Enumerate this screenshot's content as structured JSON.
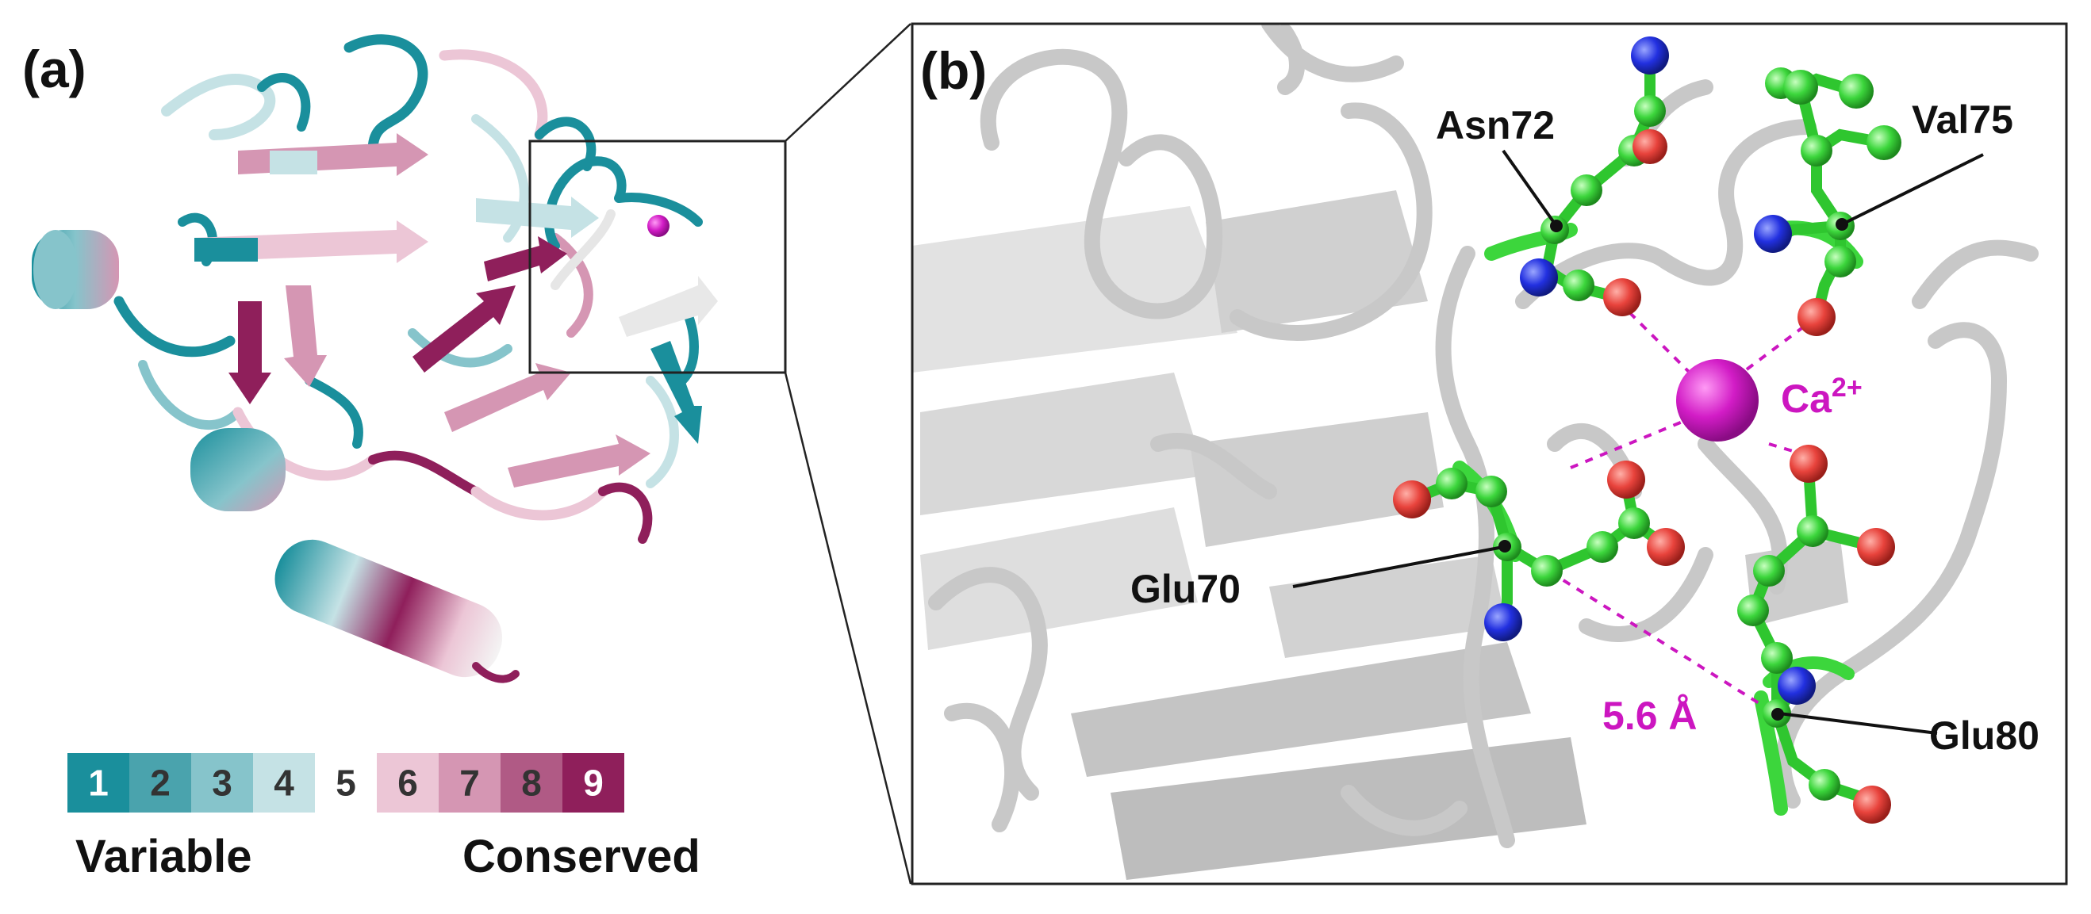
{
  "panels": {
    "a": {
      "label": "(a)"
    },
    "b": {
      "label": "(b)"
    }
  },
  "scale": {
    "grades": [
      "1",
      "2",
      "3",
      "4",
      "5",
      "6",
      "7",
      "8",
      "9"
    ],
    "colors": [
      "#1a8f9c",
      "#4aa3ad",
      "#86c4cb",
      "#c5e2e5",
      "#ffffff",
      "#ecc6d6",
      "#d596b3",
      "#b05a85",
      "#8f1f5b"
    ],
    "text_colors": [
      "#ffffff",
      "#333333",
      "#333333",
      "#333333",
      "#333333",
      "#333333",
      "#333333",
      "#333333",
      "#ffffff"
    ],
    "left_label": "Variable",
    "right_label": "Conserved"
  },
  "residues": {
    "asn72": "Asn72",
    "val75": "Val75",
    "glu70": "Glu70",
    "glu80": "Glu80"
  },
  "ion": {
    "symbol": "Ca",
    "charge": "2+"
  },
  "distance": "5.6 Å",
  "colors": {
    "carbon": "#3cd63c",
    "oxygen": "#e8433c",
    "nitrogen": "#2230e0",
    "calcium": "#cc16c0",
    "backbone": "#c8c8c8"
  }
}
